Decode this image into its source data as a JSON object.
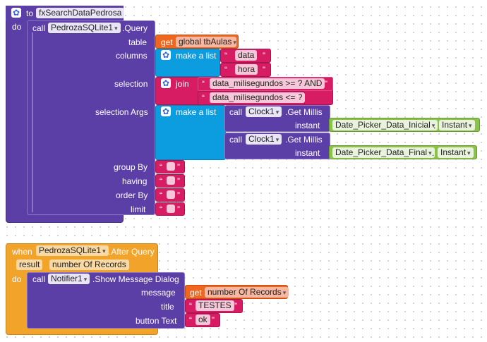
{
  "proc": {
    "to_label": "to",
    "name": "fxSearchDataPedrosa",
    "do_label": "do",
    "call_label": "call",
    "component": "PedrozaSQLite1",
    "method": ".Query",
    "args": {
      "table": "table",
      "columns": "columns",
      "selection": "selection",
      "selection_args": "selection Args",
      "group_by": "group By",
      "having": "having",
      "order_by": "order By",
      "limit": "limit"
    },
    "get_label": "get",
    "table_var": "global tbAulas",
    "make_list": "make a list",
    "col1": "data",
    "col2": "hora",
    "join_label": "join",
    "sel1": "data_milisegundos >= ? AND",
    "sel2": "data_milisegundos <= ?",
    "clock_component": "Clock1",
    "get_millis": ".Get Millis",
    "instant_label": "instant",
    "picker1": "Date_Picker_Data_Inicial",
    "picker2": "Date_Picker_Data_Final",
    "instant_prop": "Instant"
  },
  "event": {
    "when_label": "when",
    "component": "PedrozaSQLite1",
    "event_name": ".After Query",
    "param1": "result",
    "param2": "number Of Records",
    "do_label": "do",
    "call_label": "call",
    "notifier": "Notifier1",
    "method": ".Show Message Dialog",
    "message_label": "message",
    "title_label": "title",
    "button_label": "button Text",
    "get_label": "get",
    "message_var": "number Of Records",
    "title_value": "TESTES",
    "button_value": "ok"
  },
  "glyphs": {
    "gear": "✿",
    "quote_open": "“",
    "quote_close": "”",
    "dropdown": "▾"
  }
}
